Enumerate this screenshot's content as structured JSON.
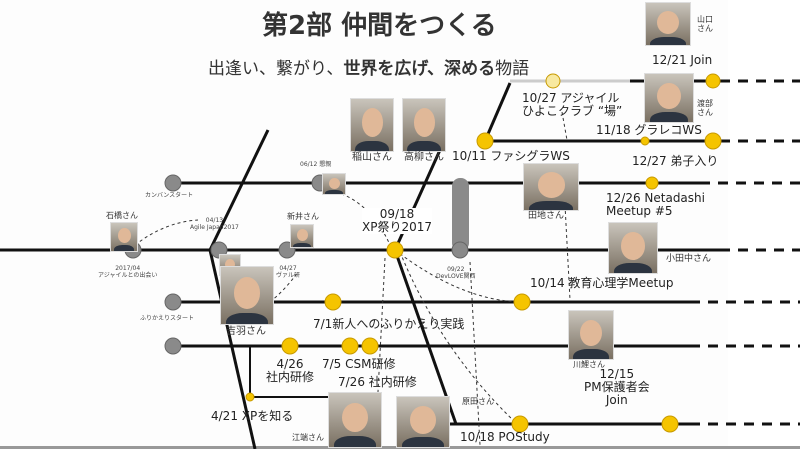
{
  "title": "第2部 仲間をつくる",
  "subtitle_pre": "出逢い、繋がり、",
  "subtitle_bold": "世界を広げ、深める",
  "subtitle_post": "物語",
  "colors": {
    "event": "#f5c400",
    "node": "#8a8a8a",
    "line": "#111111"
  },
  "labels": {
    "kanban": "カンバンスタート",
    "furikaeri": "ふりかえりスタート",
    "agile_meet": "2017/04\nアジャイルとの出会い",
    "agile_japan": "04/13\nAgile Japan2017",
    "val": "04/27\nヴァル研",
    "kondan": "06/12 懇親",
    "xpmatsuri": "09/18\nXP祭り2017",
    "devlove": "09/22\nDevLOVE関西",
    "fasigura": "10/11 ファシグラWS",
    "hiyoko": "10/27 アジャイル\nひよこクラブ “場”",
    "graphreco": "11/18 グラレコWS",
    "join1221": "12/21 Join",
    "deshi": "12/27 弟子入り",
    "netadashi": "12/26 Netadashi\nMeetup #5",
    "kyoiku": "10/14 教育心理学Meetup",
    "shinjin": "7/1新人へのふりかえり実践",
    "kenshu426": "4/26\n社内研修",
    "csm": "7/5 CSM研修",
    "kenshu726": "7/26 社内研修",
    "xp421": "4/21 XPを知る",
    "postudy": "10/18 POStudy",
    "pm": "12/15\nPM保護者会\nJoin"
  },
  "people": {
    "ishibashi": "石橋さん",
    "arai": "新井さん",
    "inayama": "稲山さん",
    "takayanagi": "高柳さん",
    "yamaguchi": "山口\nさん",
    "watanabe": "渡部\nさん",
    "tachi": "田地さん",
    "odanaka": "小田中さん",
    "yoshiba": "吉羽さん",
    "kawakoi": "川鯉さん",
    "harada": "原田さん",
    "ebata": "江端さん"
  }
}
